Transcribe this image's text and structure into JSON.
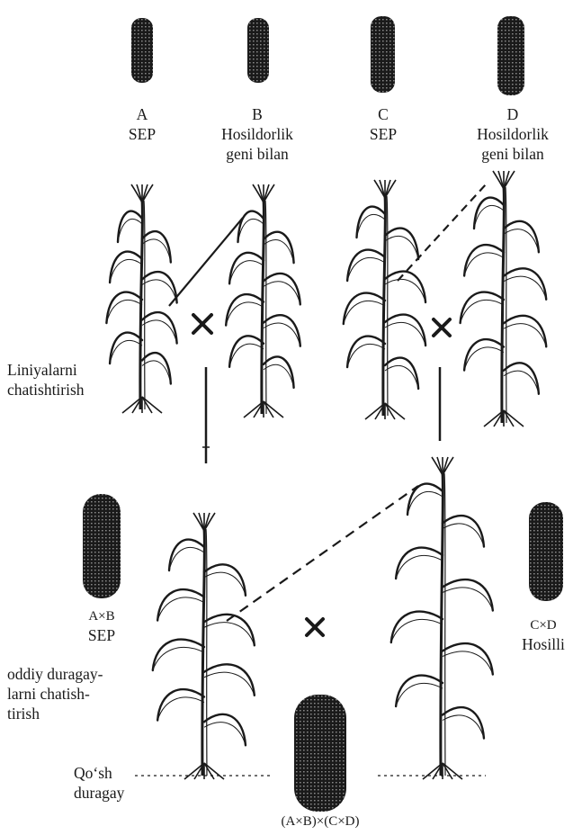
{
  "parents": [
    {
      "letter": "A",
      "line1": "SEP",
      "line2": ""
    },
    {
      "letter": "B",
      "line1": "Hosildorlik",
      "line2": "geni bilan"
    },
    {
      "letter": "C",
      "line1": "SEP",
      "line2": ""
    },
    {
      "letter": "D",
      "line1": "Hosildorlik",
      "line2": "geni bilan"
    }
  ],
  "steps": {
    "line_cross": [
      "Liniyalarni",
      "chatishtirish"
    ],
    "simple_cross": [
      "oddiy duragay-",
      "larni chatish-",
      "tirish"
    ],
    "double_hybrid": [
      "Qo‘sh",
      "duragay"
    ]
  },
  "hybrids": {
    "ab": {
      "name": "A×B",
      "trait": "SEP"
    },
    "cd": {
      "name": "C×D",
      "trait": "Hosilli"
    },
    "final": "(A×B)×(C×D)"
  },
  "cross_symbol": "×",
  "colors": {
    "ink": "#1a1a1a",
    "background": "#ffffff"
  }
}
